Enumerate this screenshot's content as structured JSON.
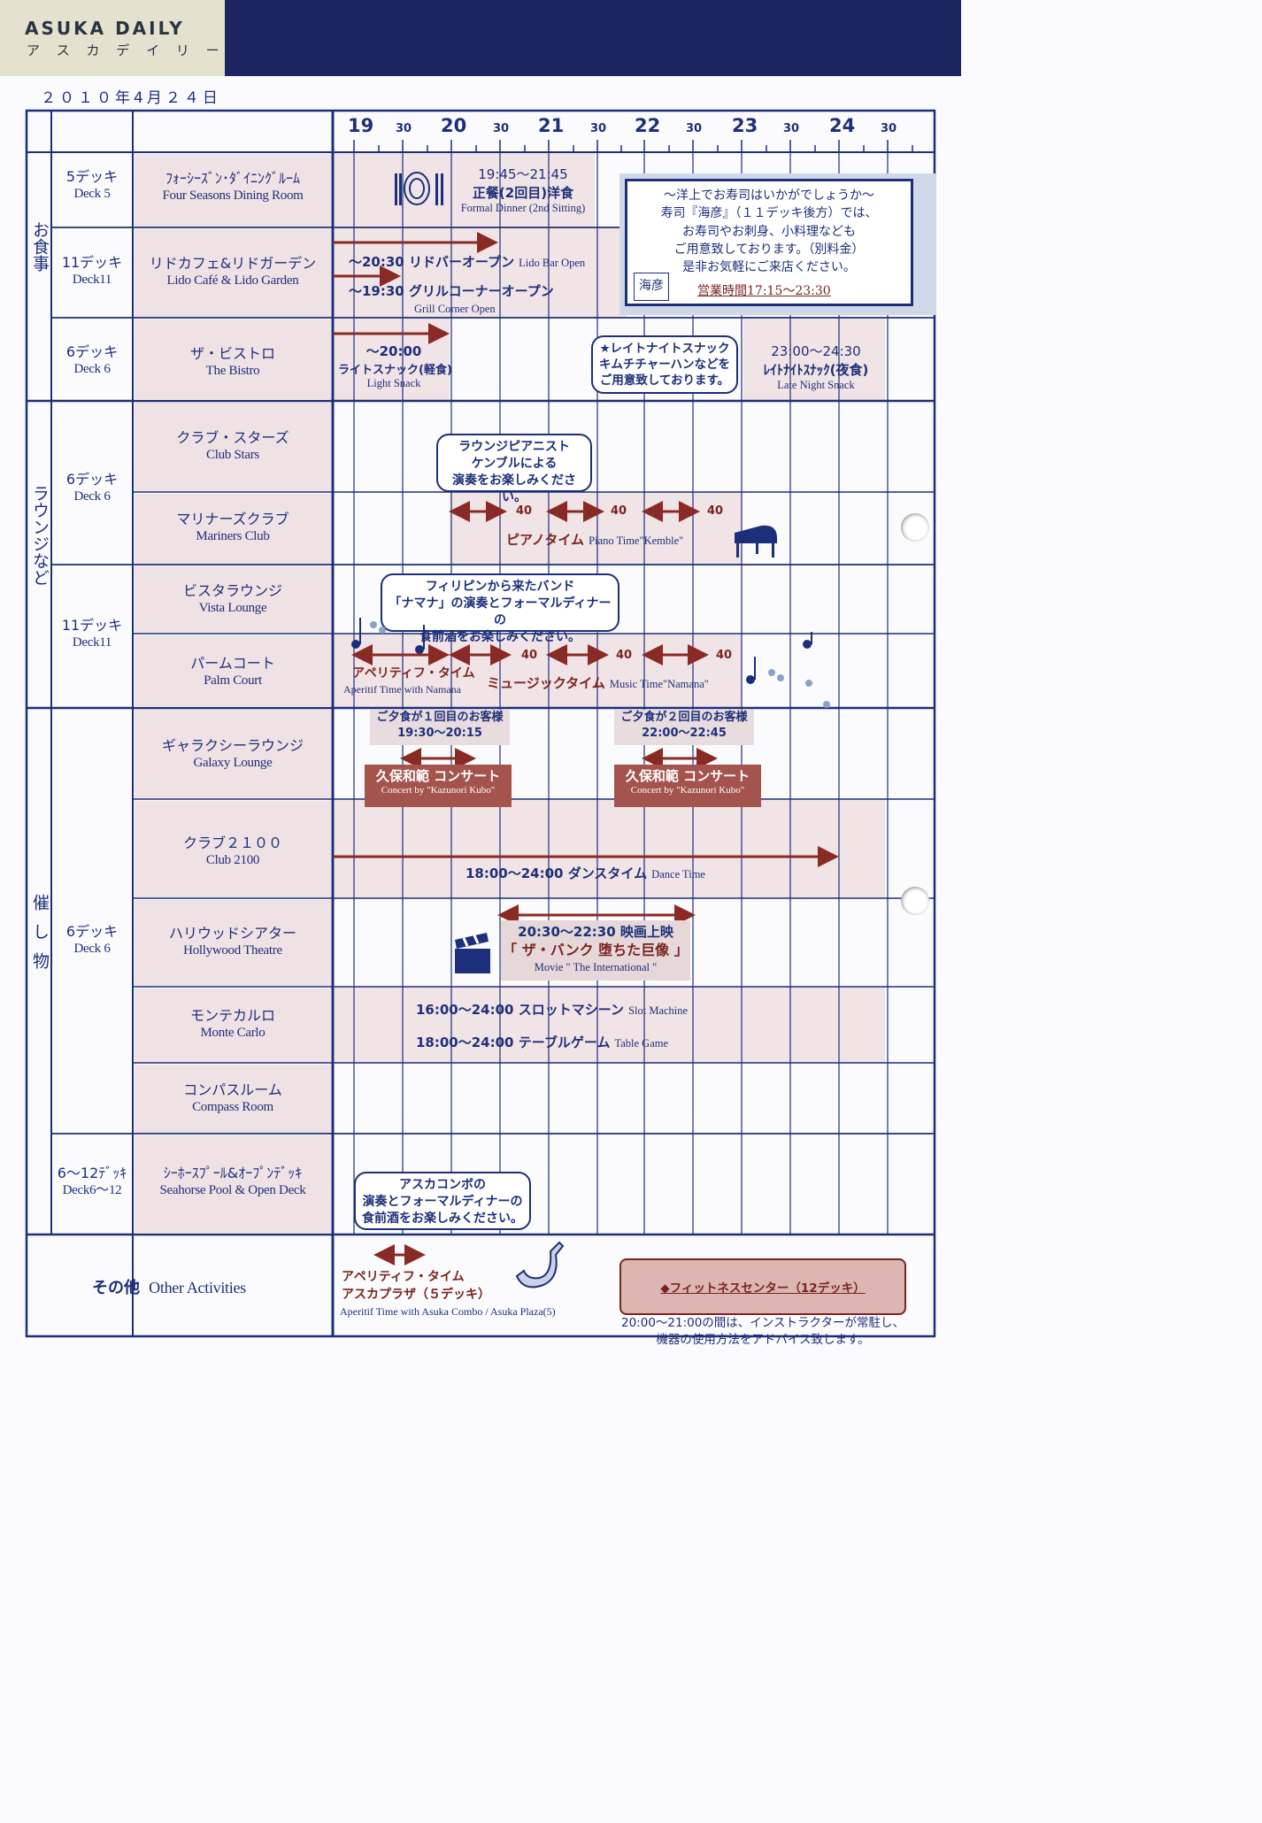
{
  "header": {
    "brand": "ASUKA DAILY",
    "brand_kana": "ア ス カ デ イ リ ー",
    "date": "２０１０年4月２４日"
  },
  "hours": [
    "19",
    "30",
    "20",
    "30",
    "21",
    "30",
    "22",
    "30",
    "23",
    "30",
    "24",
    "30"
  ],
  "categories": {
    "dining": "お食事",
    "lounge": "ラウンジなど",
    "events": "催し物"
  },
  "decks": {
    "deck5": {
      "ja": "5デッキ",
      "en": "Deck 5"
    },
    "deck11a": {
      "ja": "11デッキ",
      "en": "Deck11"
    },
    "deck6a": {
      "ja": "6デッキ",
      "en": "Deck 6"
    },
    "deck6b": {
      "ja": "6デッキ",
      "en": "Deck 6"
    },
    "deck11b": {
      "ja": "11デッキ",
      "en": "Deck11"
    },
    "deck6c": {
      "ja": "6デッキ",
      "en": "Deck 6"
    },
    "deck6_12": {
      "ja": "6～12ﾃﾞｯｷ",
      "en": "Deck6～12"
    }
  },
  "venues": {
    "four_seasons": {
      "ja": "ﾌｫｰｼｰｽﾞﾝ･ﾀﾞｲﾆﾝｸﾞﾙｰﾑ",
      "en": "Four Seasons Dining Room"
    },
    "lido": {
      "ja": "リドカフェ&リドガーデン",
      "en": "Lido Café & Lido Garden"
    },
    "bistro": {
      "ja": "ザ・ビストロ",
      "en": "The Bistro"
    },
    "club_stars": {
      "ja": "クラブ・スターズ",
      "en": "Club Stars"
    },
    "mariners": {
      "ja": "マリナーズクラブ",
      "en": "Mariners Club"
    },
    "vista": {
      "ja": "ビスタラウンジ",
      "en": "Vista Lounge"
    },
    "palm": {
      "ja": "パームコート",
      "en": "Palm Court"
    },
    "galaxy": {
      "ja": "ギャラクシーラウンジ",
      "en": "Galaxy Lounge"
    },
    "club2100": {
      "ja": "クラブ２１００",
      "en": "Club 2100"
    },
    "hollywood": {
      "ja": "ハリウッドシアター",
      "en": "Hollywood Theatre"
    },
    "monte": {
      "ja": "モンテカルロ",
      "en": "Monte Carlo"
    },
    "compass": {
      "ja": "コンパスルーム",
      "en": "Compass Room"
    },
    "seahorse": {
      "ja": "ｼｰﾎｰｽﾌﾟｰﾙ&ｵｰﾌﾟﾝﾃﾞｯｷ",
      "en": "Seahorse Pool & Open Deck"
    },
    "other": {
      "ja": "その他",
      "en": "Other Activities"
    }
  },
  "events": {
    "formal_time": "19:45～21:45",
    "formal_ja": "正餐(2回目)洋食",
    "formal_en": "Formal Dinner (2nd Sitting)",
    "lido_bar": "～20:30 リドバーオープン",
    "lido_bar_en": "Lido Bar Open",
    "grill": "～19:30 グリルコーナーオープン",
    "grill_en": "Grill Corner Open",
    "light_time": "～20:00",
    "light_ja": "ライトスナック(軽食)",
    "light_en": "Light Snack",
    "late_callout": "★レイトナイトスナック\nキムチチャーハンなどを\nご用意致しております。",
    "late_time": "23:00～24:30",
    "late_ja": "ﾚｲﾄﾅｲﾄｽﾅｯｸ(夜食)",
    "late_en": "Late Night Snack",
    "sushi": "～洋上でお寿司はいかがでしょうか～\n寿司『海彦』（１１デッキ後方）では、\nお寿司やお刺身、小料理なども\nご用意致しております。（別料金）\n是非お気軽にご来店ください。",
    "sushi_hours": "営業時間17:15～23:30",
    "sushi_logo": "海彦",
    "piano_callout": "ラウンジピアニスト\nケンブルによる\n演奏をお楽しみください。",
    "forty": "40",
    "piano_ja": "ピアノタイム",
    "piano_en": "Piano Time\"Kemble\"",
    "band_callout": "フィリピンから来たバンド\n「ナマナ」の演奏とフォーマルディナーの\n食前酒をお楽しみください。",
    "aperitif_ja": "アペリティフ・タイム",
    "aperitif_en": "Aperitif Time with Namana",
    "music_ja": "ミュージックタイム",
    "music_en": "Music Time\"Namana\"",
    "dinner1": "ご夕食が１回目のお客様\n19:30～20:15",
    "dinner2": "ご夕食が２回目のお客様\n22:00～22:45",
    "concert_ja": "久保和範 コンサート",
    "concert_en": "Concert by \"Kazunori Kubo\"",
    "dance": "18:00～24:00 ダンスタイム",
    "dance_en": "Dance Time",
    "movie_time": "20:30～22:30 映画上映",
    "movie_title": "「 ザ・バンク 堕ちた巨像 」",
    "movie_en": "Movie \" The International \"",
    "slot": "16:00～24:00 スロットマシーン",
    "slot_en": "Slot Machine",
    "table": "18:00～24:00 テーブルゲーム",
    "table_en": "Table Game",
    "combo_callout": "アスカコンボの\n演奏とフォーマルディナーの\n食前酒をお楽しみください。",
    "aperitif5_ja": "アペリティフ・タイム",
    "aperitif5_ja2": "アスカプラザ（５デッキ）",
    "aperitif5_en": "Aperitif Time with Asuka Combo / Asuka Plaza(5)",
    "fitness_title": "◆フィットネスセンター（12デッキ）",
    "fitness_body": "20:00～21:00の間は、インストラクターが常駐し、\n機器の使用方法をアドバイス致します。"
  },
  "colors": {
    "navy": "#1d2f7a",
    "arrow": "#8a2a24",
    "shade": "#f1e4e6",
    "concert": "#a4534d"
  }
}
